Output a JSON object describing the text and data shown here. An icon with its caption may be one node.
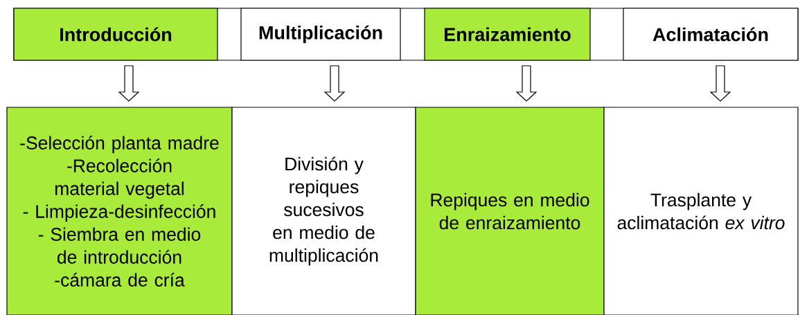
{
  "diagram": {
    "nodes": [
      {
        "text": [
          "Introducción"
        ]
      },
      {
        "text": [
          "Multiplicación"
        ]
      },
      {
        "text": [
          "Enraizamiento"
        ]
      },
      {
        "text": [
          "Aclimatación"
        ]
      },
      {
        "text": [
          "-Selección planta madre",
          "-Recolección material vegetal",
          "- Limpieza-desinfección",
          "- Siembra en medio de introducción",
          "-cámara de cría"
        ]
      },
      {
        "text": [
          "División y repiques sucesivos en medio de multiplicación"
        ]
      },
      {
        "text": [
          "Repiques en medio de enraizamiento"
        ]
      },
      {
        "text": [
          "Trasplante y aclimatación *ex vitro*"
        ]
      }
    ],
    "edges": [
      {
        "from": 0,
        "to": 4,
        "arrow": "to"
      },
      {
        "from": 1,
        "to": 5,
        "arrow": "to"
      },
      {
        "from": 2,
        "to": 6,
        "arrow": "to"
      },
      {
        "from": 3,
        "to": 7,
        "arrow": "to"
      }
    ]
  }
}
